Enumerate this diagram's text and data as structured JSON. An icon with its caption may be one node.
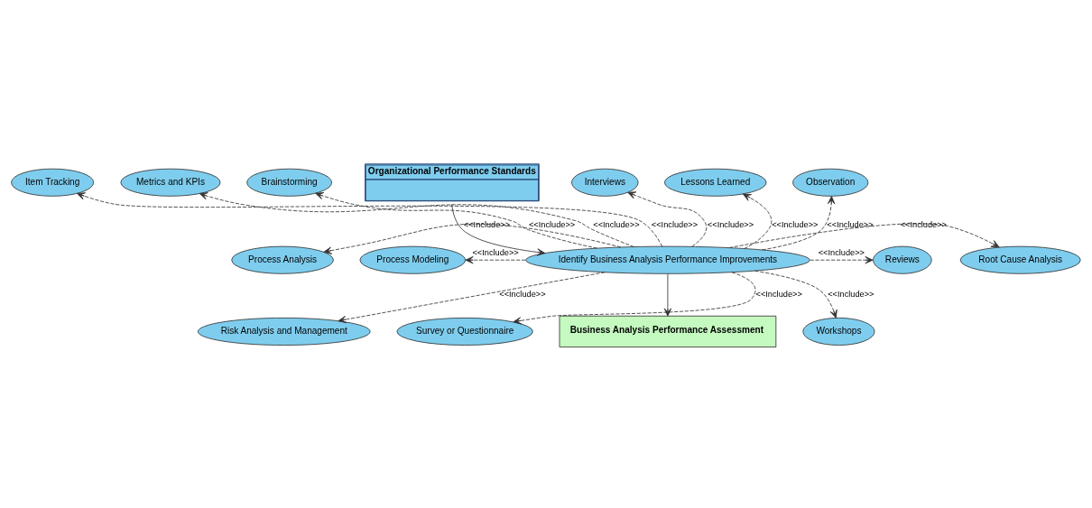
{
  "diagram": {
    "nodes": [
      {
        "text": [
          "Organizational Performance Standards"
        ]
      },
      {
        "text": [
          "Identify Business Analysis Performance Improvements"
        ]
      },
      {
        "text": [
          "Business Analysis Performance Assessment"
        ]
      },
      {
        "text": [
          "Brainstorming"
        ]
      },
      {
        "text": [
          "Item Tracking"
        ]
      },
      {
        "text": [
          "Metrics and KPIs"
        ]
      },
      {
        "text": [
          "Process Analysis"
        ]
      },
      {
        "text": [
          "Process Modeling"
        ]
      },
      {
        "text": [
          "Risk Analysis and Management"
        ]
      },
      {
        "text": [
          "Survey or Questionnaire"
        ]
      },
      {
        "text": [
          "Interviews"
        ]
      },
      {
        "text": [
          "Lessons Learned"
        ]
      },
      {
        "text": [
          "Observation"
        ]
      },
      {
        "text": [
          "Reviews"
        ]
      },
      {
        "text": [
          "Root Cause Analysis"
        ]
      },
      {
        "text": [
          "Workshops"
        ]
      }
    ],
    "edges": [
      {
        "from": 0,
        "to": 1,
        "arrow": "to"
      },
      {
        "from": 1,
        "to": 2,
        "arrow": "to"
      },
      {
        "from": 1,
        "to": 3,
        "arrow": "to",
        "style": "dashed",
        "label": "<<Include>>"
      },
      {
        "from": 1,
        "to": 4,
        "arrow": "to",
        "style": "dashed",
        "label": "<<Include>>"
      },
      {
        "from": 1,
        "to": 5,
        "arrow": "to",
        "style": "dashed",
        "label": "<<Include>>"
      },
      {
        "from": 1,
        "to": 6,
        "arrow": "to",
        "style": "dashed",
        "label": "<<Include>>"
      },
      {
        "from": 1,
        "to": 7,
        "arrow": "to",
        "style": "dashed",
        "label": "<<Include>>"
      },
      {
        "from": 1,
        "to": 8,
        "arrow": "to",
        "style": "dashed",
        "label": "<<Include>>"
      },
      {
        "from": 1,
        "to": 9,
        "arrow": "to",
        "style": "dashed",
        "label": "<<Include>>"
      },
      {
        "from": 1,
        "to": 10,
        "arrow": "to",
        "style": "dashed",
        "label": "<<Include>>"
      },
      {
        "from": 1,
        "to": 11,
        "arrow": "to",
        "style": "dashed",
        "label": "<<Include>>"
      },
      {
        "from": 1,
        "to": 12,
        "arrow": "to",
        "style": "dashed",
        "label": "<<Include>>"
      },
      {
        "from": 1,
        "to": 13,
        "arrow": "to",
        "style": "dashed",
        "label": "<<Include>>"
      },
      {
        "from": 1,
        "to": 14,
        "arrow": "to",
        "style": "dashed",
        "label": "<<Include>>"
      },
      {
        "from": 1,
        "to": 15,
        "arrow": "to",
        "style": "dashed",
        "label": "<<Include>>"
      }
    ]
  }
}
